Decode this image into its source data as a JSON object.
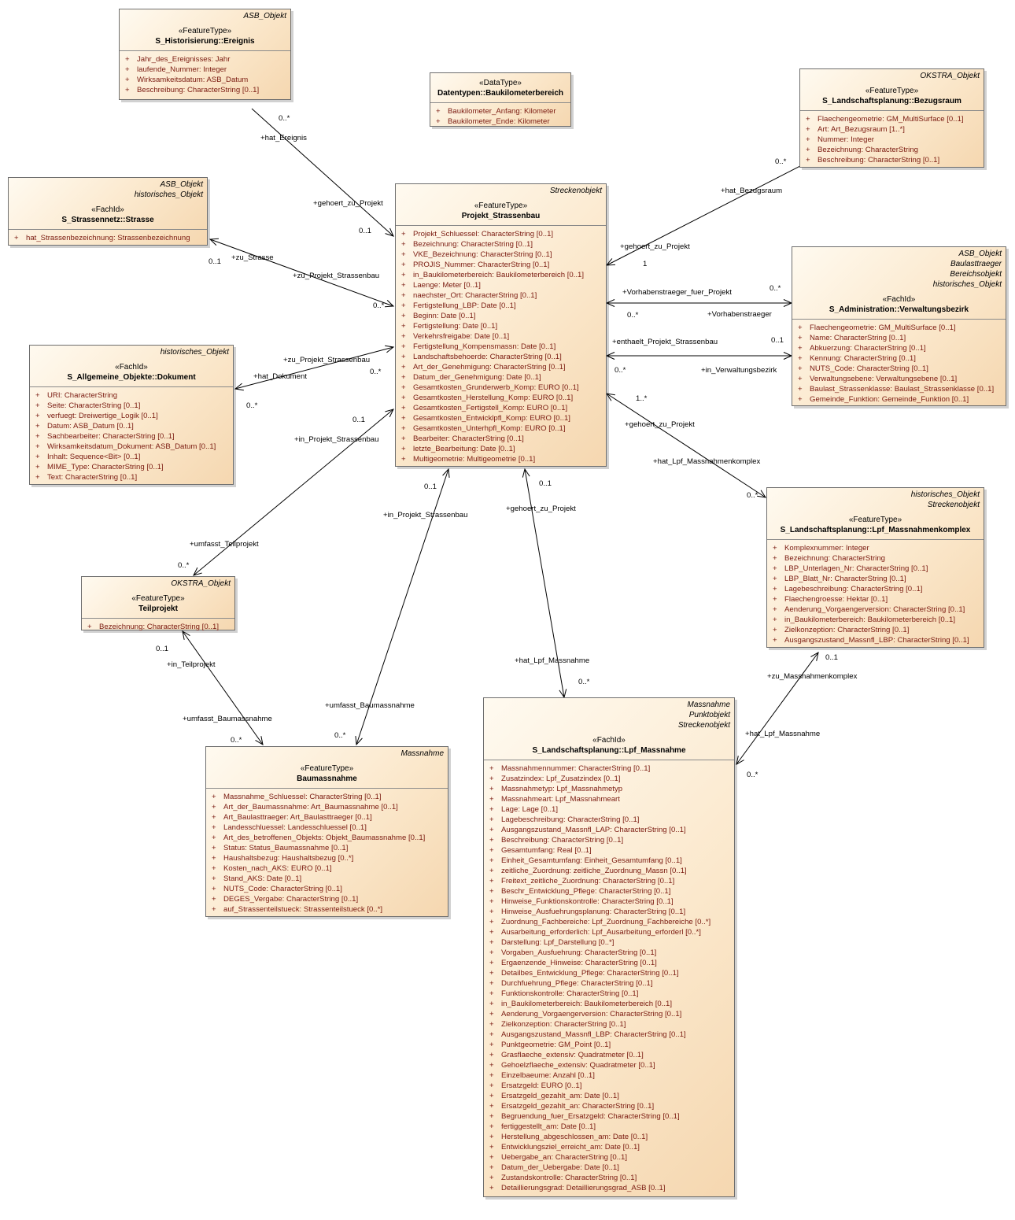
{
  "classes": {
    "ereignis": {
      "tags": [
        "ASB_Objekt"
      ],
      "stereotype": "«FeatureType»",
      "name": "S_Historisierung::Ereignis",
      "attributes": [
        "Jahr_des_Ereignisses: Jahr",
        "laufende_Nummer: Integer",
        "Wirksamkeitsdatum: ASB_Datum",
        "Beschreibung: CharacterString [0..1]"
      ]
    },
    "baukilometer": {
      "tags": [],
      "stereotype": "«DataType»",
      "name": "Datentypen::Baukilometerbereich",
      "attributes": [
        "Baukilometer_Anfang: Kilometer",
        "Baukilometer_Ende: Kilometer"
      ]
    },
    "bezugsraum": {
      "tags": [
        "OKSTRA_Objekt"
      ],
      "stereotype": "«FeatureType»",
      "name": "S_Landschaftsplanung::Bezugsraum",
      "attributes": [
        "Flaechengeometrie: GM_MultiSurface [0..1]",
        "Art: Art_Bezugsraum [1..*]",
        "Nummer: Integer",
        "Bezeichnung: CharacterString",
        "Beschreibung: CharacterString [0..1]"
      ]
    },
    "strasse": {
      "tags": [
        "ASB_Objekt",
        "historisches_Objekt"
      ],
      "stereotype": "«FachId»",
      "name": "S_Strassennetz::Strasse",
      "attributes": [
        "hat_Strassenbezeichnung: Strassenbezeichnung"
      ]
    },
    "projekt": {
      "tags": [
        "Streckenobjekt"
      ],
      "stereotype": "«FeatureType»",
      "name": "Projekt_Strassenbau",
      "attributes": [
        "Projekt_Schluessel: CharacterString [0..1]",
        "Bezeichnung: CharacterString [0..1]",
        "VKE_Bezeichnung: CharacterString [0..1]",
        "PROJIS_Nummer: CharacterString [0..1]",
        "in_Baukilometerbereich: Baukilometerbereich [0..1]",
        "Laenge: Meter [0..1]",
        "naechster_Ort: CharacterString [0..1]",
        "Fertigstellung_LBP: Date [0..1]",
        "Beginn: Date [0..1]",
        "Fertigstellung: Date [0..1]",
        "Verkehrsfreigabe: Date [0..1]",
        "Fertigstellung_Kompensmassn: Date [0..1]",
        "Landschaftsbehoerde: CharacterString [0..1]",
        "Art_der_Genehmigung: CharacterString [0..1]",
        "Datum_der_Genehmigung: Date [0..1]",
        "Gesamtkosten_Grunderwerb_Komp: EURO [0..1]",
        "Gesamtkosten_Herstellung_Komp: EURO [0..1]",
        "Gesamtkosten_Fertigstell_Komp: EURO [0..1]",
        "Gesamtkosten_Entwicklpfl_Komp: EURO [0..1]",
        "Gesamtkosten_Unterhpfl_Komp: EURO [0..1]",
        "Bearbeiter: CharacterString [0..1]",
        "letzte_Bearbeitung: Date [0..1]",
        "Multigeometrie: Multigeometrie [0..1]"
      ]
    },
    "verwaltungsbezirk": {
      "tags": [
        "ASB_Objekt",
        "Baulasttraeger",
        "Bereichsobjekt",
        "historisches_Objekt"
      ],
      "stereotype": "«FachId»",
      "name": "S_Administration::Verwaltungsbezirk",
      "attributes": [
        "Flaechengeometrie: GM_MultiSurface [0..1]",
        "Name: CharacterString [0..1]",
        "Abkuerzung: CharacterString [0..1]",
        "Kennung: CharacterString [0..1]",
        "NUTS_Code: CharacterString [0..1]",
        "Verwaltungsebene: Verwaltungsebene [0..1]",
        "Baulast_Strassenklasse: Baulast_Strassenklasse [0..1]",
        "Gemeinde_Funktion: Gemeinde_Funktion [0..1]"
      ]
    },
    "dokument": {
      "tags": [
        "historisches_Objekt"
      ],
      "stereotype": "«FachId»",
      "name": "S_Allgemeine_Objekte::Dokument",
      "attributes": [
        "URI: CharacterString",
        "Seite: CharacterString [0..1]",
        "verfuegt: Dreiwertige_Logik [0..1]",
        "Datum: ASB_Datum [0..1]",
        "Sachbearbeiter: CharacterString [0..1]",
        "Wirksamkeitsdatum_Dokument: ASB_Datum [0..1]",
        "Inhalt: Sequence<Bit> [0..1]",
        "MIME_Type: CharacterString [0..1]",
        "Text: CharacterString [0..1]"
      ]
    },
    "massnahmenkomplex": {
      "tags": [
        "historisches_Objekt",
        "Streckenobjekt"
      ],
      "stereotype": "«FeatureType»",
      "name": "S_Landschaftsplanung::Lpf_Massnahmenkomplex",
      "attributes": [
        "Komplexnummer: Integer",
        "Bezeichnung: CharacterString",
        "LBP_Unterlagen_Nr: CharacterString [0..1]",
        "LBP_Blatt_Nr: CharacterString [0..1]",
        "Lagebeschreibung: CharacterString [0..1]",
        "Flaechengroesse: Hektar [0..1]",
        "Aenderung_Vorgaengerversion: CharacterString [0..1]",
        "in_Baukilometerbereich: Baukilometerbereich [0..1]",
        "Zielkonzeption: CharacterString [0..1]",
        "Ausgangszustand_Massnfl_LBP: CharacterString [0..1]"
      ]
    },
    "teilprojekt": {
      "tags": [
        "OKSTRA_Objekt"
      ],
      "stereotype": "«FeatureType»",
      "name": "Teilprojekt",
      "attributes": [
        "Bezeichnung: CharacterString [0..1]"
      ]
    },
    "baumassnahme": {
      "tags": [
        "Massnahme"
      ],
      "stereotype": "«FeatureType»",
      "name": "Baumassnahme",
      "attributes": [
        "Massnahme_Schluessel: CharacterString [0..1]",
        "Art_der_Baumassnahme: Art_Baumassnahme [0..1]",
        "Art_Baulasttraeger: Art_Baulasttraeger [0..1]",
        "Landesschluessel: Landesschluessel [0..1]",
        "Art_des_betroffenen_Objekts: Objekt_Baumassnahme [0..1]",
        "Status: Status_Baumassnahme [0..1]",
        "Haushaltsbezug: Haushaltsbezug [0..*]",
        "Kosten_nach_AKS: EURO [0..1]",
        "Stand_AKS: Date [0..1]",
        "NUTS_Code: CharacterString [0..1]",
        "DEGES_Vergabe: CharacterString [0..1]",
        "auf_Strassenteilstueck: Strassenteilstueck [0..*]"
      ]
    },
    "lpf_massnahme": {
      "tags": [
        "Massnahme",
        "Punktobjekt",
        "Streckenobjekt"
      ],
      "stereotype": "«FachId»",
      "name": "S_Landschaftsplanung::Lpf_Massnahme",
      "attributes": [
        "Massnahmennummer: CharacterString [0..1]",
        "Zusatzindex: Lpf_Zusatzindex [0..1]",
        "Massnahmetyp: Lpf_Massnahmetyp",
        "Massnahmeart: Lpf_Massnahmeart",
        "Lage: Lage [0..1]",
        "Lagebeschreibung: CharacterString [0..1]",
        "Ausgangszustand_Massnfl_LAP: CharacterString [0..1]",
        "Beschreibung: CharacterString [0..1]",
        "Gesamtumfang: Real [0..1]",
        "Einheit_Gesamtumfang: Einheit_Gesamtumfang [0..1]",
        "zeitliche_Zuordnung: zeitliche_Zuordnung_Massn [0..1]",
        "Freitext_zeitliche_Zuordnung: CharacterString [0..1]",
        "Beschr_Entwicklung_Pflege: CharacterString [0..1]",
        "Hinweise_Funktionskontrolle: CharacterString [0..1]",
        "Hinweise_Ausfuehrungsplanung: CharacterString [0..1]",
        "Zuordnung_Fachbereiche: Lpf_Zuordnung_Fachbereiche [0..*]",
        "Ausarbeitung_erforderlich: Lpf_Ausarbeitung_erforderl [0..*]",
        "Darstellung: Lpf_Darstellung [0..*]",
        "Vorgaben_Ausfuehrung: CharacterString [0..1]",
        "Ergaenzende_Hinweise: CharacterString [0..1]",
        "Detailbes_Entwicklung_Pflege: CharacterString [0..1]",
        "Durchfuehrung_Pflege: CharacterString [0..1]",
        "Funktionskontrolle: CharacterString [0..1]",
        "in_Baukilometerbereich: Baukilometerbereich [0..1]",
        "Aenderung_Vorgaengerversion: CharacterString [0..1]",
        "Zielkonzeption: CharacterString [0..1]",
        "Ausgangszustand_Massnfl_LBP: CharacterString [0..1]",
        "Punktgeometrie: GM_Point [0..1]",
        "Grasflaeche_extensiv: Quadratmeter [0..1]",
        "Gehoelzflaeche_extensiv: Quadratmeter [0..1]",
        "Einzelbaeume: Anzahl [0..1]",
        "Ersatzgeld: EURO [0..1]",
        "Ersatzgeld_gezahlt_am: Date [0..1]",
        "Ersatzgeld_gezahlt_an: CharacterString [0..1]",
        "Begruendung_fuer_Ersatzgeld: CharacterString [0..1]",
        "fertiggestellt_am: Date [0..1]",
        "Herstellung_abgeschlossen_am: Date [0..1]",
        "Entwicklungsziel_erreicht_am: Date [0..1]",
        "Uebergabe_an: CharacterString [0..1]",
        "Datum_der_Uebergabe: Date [0..1]",
        "Zustandskontrolle: CharacterString [0..1]",
        "Detaillierungsgrad: Detaillierungsgrad_ASB [0..1]"
      ]
    }
  },
  "labels": {
    "l01": "0..*",
    "l02": "+hat_Ereignis",
    "l03": "+gehoert_zu_Projekt",
    "l04": "0..1",
    "l05": "0..*",
    "l06": "+hat_Bezugsraum",
    "l07": "+gehoert_zu_Projekt",
    "l08": "1",
    "l09": "0..1",
    "l10": "+zu_Strasse",
    "l11": "+zu_Projekt_Strassenbau",
    "l12": "0..*",
    "l13": "+Vorhabenstraeger_fuer_Projekt",
    "l14": "0..*",
    "l15": "0..*",
    "l16": "+Vorhabenstraeger",
    "l17": "+enthaelt_Projekt_Strassenbau",
    "l18": "0..1",
    "l19": "0..*",
    "l20": "+in_Verwaltungsbezirk",
    "l21": "+zu_Projekt_Strassenbau",
    "l22": "+hat_Dokument",
    "l23": "0..*",
    "l24": "0..*",
    "l25": "0..1",
    "l26": "+in_Projekt_Strassenbau",
    "l27": "+umfasst_Teilprojekt",
    "l28": "0..*",
    "l29": "1..*",
    "l30": "+gehoert_zu_Projekt",
    "l31": "+hat_Lpf_Massnahmenkomplex",
    "l32": "0..*",
    "l33": "0..1",
    "l34": "+in_Projekt_Strassenbau",
    "l35": "+umfasst_Baumassnahme",
    "l36": "0..*",
    "l37": "0..1",
    "l38": "+gehoert_zu_Projekt",
    "l39": "+hat_Lpf_Massnahme",
    "l40": "0..*",
    "l41": "0..1",
    "l42": "+in_Teilprojekt",
    "l43": "+umfasst_Baumassnahme",
    "l44": "0..*",
    "l45": "0..1",
    "l46": "+zu_Massnahmenkomplex",
    "l47": "+hat_Lpf_Massnahme",
    "l48": "0..*"
  }
}
